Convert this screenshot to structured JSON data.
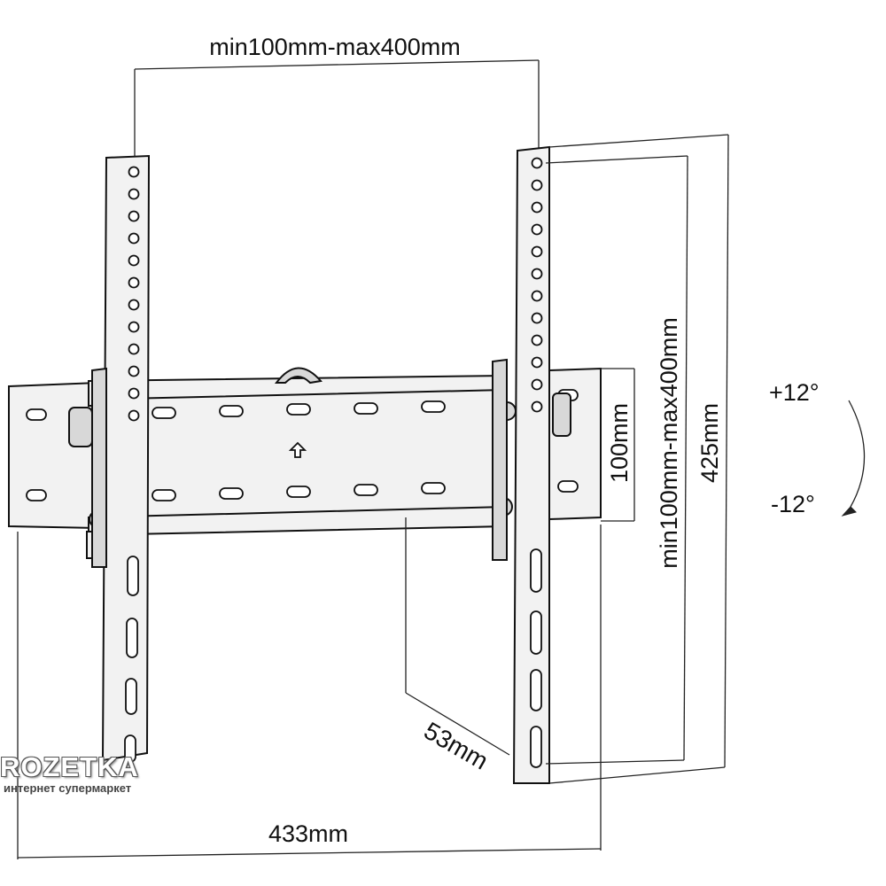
{
  "labels": {
    "top_width": "min100mm-max400mm",
    "vertical_range": "min100mm-max400mm",
    "height": "425mm",
    "rail_spacing": "100mm",
    "depth": "53mm",
    "total_width": "433mm",
    "tilt_up": "+12°",
    "tilt_down": "-12°"
  },
  "watermark": {
    "brand": "ROZETKA",
    "tagline": "интернет супермаркет"
  }
}
